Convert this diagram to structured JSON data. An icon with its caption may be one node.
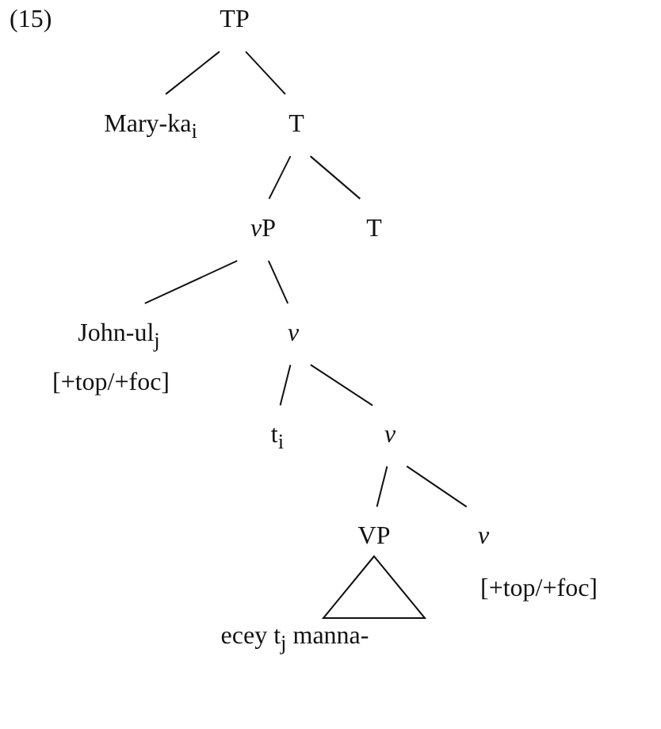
{
  "diagram": {
    "nodes": [
      {
        "text": [
          "TP"
        ]
      },
      {
        "text": [
          "Mary-ka$_{i}$"
        ]
      },
      {
        "text": [
          "T"
        ]
      },
      {
        "text": [
          "vP"
        ]
      },
      {
        "text": [
          "T"
        ]
      },
      {
        "text": [
          "John-ul$_{j}$"
        ],
        "beside": [
          "[+top/+foc]"
        ]
      },
      {
        "text": [
          "v"
        ]
      },
      {
        "text": [
          "t$_{i}$"
        ]
      },
      {
        "text": [
          "v"
        ]
      },
      {
        "text": [
          "VP"
        ]
      },
      {
        "text": [
          "v"
        ],
        "beside": [
          "[+top/+foc]"
        ]
      },
      {
        "text": [
          "ecey t$_{j}$ manna-"
        ]
      }
    ],
    "edges": [
      {
        "from": 0,
        "to": 1,
        "arrow": "none"
      },
      {
        "from": 0,
        "to": 2,
        "arrow": "none"
      },
      {
        "from": 2,
        "to": 3,
        "arrow": "none"
      },
      {
        "from": 2,
        "to": 4,
        "arrow": "none"
      },
      {
        "from": 3,
        "to": 5,
        "arrow": "none"
      },
      {
        "from": 3,
        "to": 6,
        "arrow": "none"
      },
      {
        "from": 6,
        "to": 7,
        "arrow": "none"
      },
      {
        "from": 6,
        "to": 8,
        "arrow": "none"
      },
      {
        "from": 8,
        "to": 9,
        "arrow": "none"
      },
      {
        "from": 8,
        "to": 10,
        "arrow": "none"
      },
      {
        "from": 9,
        "to": 11,
        "arrow": "none"
      }
    ],
    "labels": [
      "(15)"
    ]
  }
}
